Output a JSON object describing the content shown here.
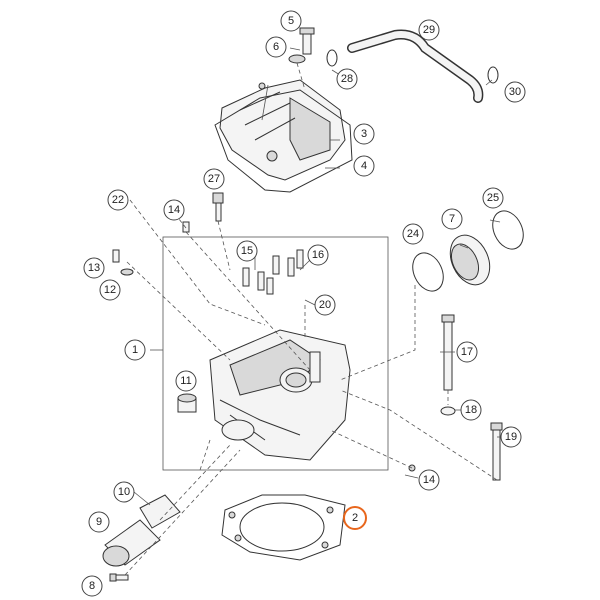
{
  "diagram": {
    "highlight_color": "#e8661c",
    "callouts": [
      {
        "id": "c1",
        "label": "1"
      },
      {
        "id": "c2",
        "label": "2",
        "highlight": true
      },
      {
        "id": "c3",
        "label": "3"
      },
      {
        "id": "c4",
        "label": "4"
      },
      {
        "id": "c5",
        "label": "5"
      },
      {
        "id": "c6",
        "label": "6"
      },
      {
        "id": "c7",
        "label": "7"
      },
      {
        "id": "c8",
        "label": "8"
      },
      {
        "id": "c9",
        "label": "9"
      },
      {
        "id": "c10",
        "label": "10"
      },
      {
        "id": "c11",
        "label": "11"
      },
      {
        "id": "c12",
        "label": "12"
      },
      {
        "id": "c13",
        "label": "13"
      },
      {
        "id": "c14a",
        "label": "14"
      },
      {
        "id": "c14b",
        "label": "14"
      },
      {
        "id": "c15",
        "label": "15"
      },
      {
        "id": "c16",
        "label": "16"
      },
      {
        "id": "c17",
        "label": "17"
      },
      {
        "id": "c18",
        "label": "18"
      },
      {
        "id": "c19",
        "label": "19"
      },
      {
        "id": "c20",
        "label": "20"
      },
      {
        "id": "c22",
        "label": "22"
      },
      {
        "id": "c24",
        "label": "24"
      },
      {
        "id": "c25",
        "label": "25"
      },
      {
        "id": "c27",
        "label": "27"
      },
      {
        "id": "c28",
        "label": "28"
      },
      {
        "id": "c29",
        "label": "29"
      },
      {
        "id": "c30",
        "label": "30"
      }
    ]
  }
}
